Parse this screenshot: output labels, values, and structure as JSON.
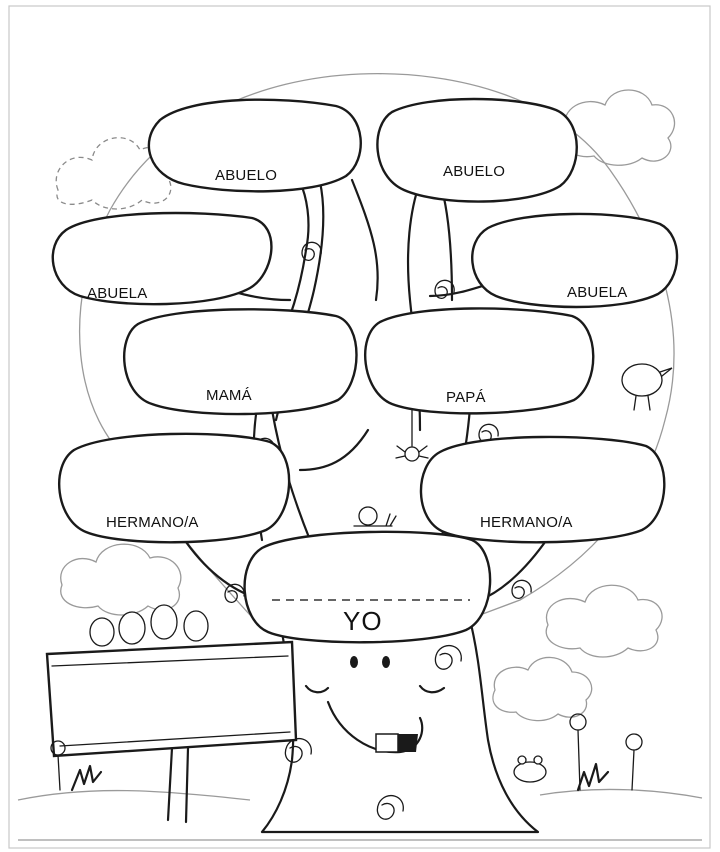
{
  "family_tree": {
    "grandfather_left": "ABUELO",
    "grandfather_right": "ABUELO",
    "grandmother_left": "ABUELA",
    "grandmother_right": "ABUELA",
    "mother": "MAMÁ",
    "father": "PAPÁ",
    "sibling_left": "HERMANO/A",
    "sibling_right": "HERMANO/A",
    "self": "YO"
  },
  "colors": {
    "ink": "#1a1a1a",
    "paper": "#ffffff",
    "faint": "#9a9a9a"
  }
}
